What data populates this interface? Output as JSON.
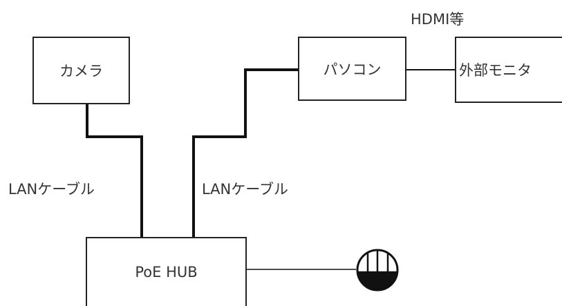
{
  "nodes": {
    "camera": "カメラ",
    "pc": "パソコン",
    "monitor": "外部モニタ",
    "hub": "PoE HUB"
  },
  "connections": {
    "hdmi_label": "HDMI等",
    "lan_label_left": "LANケーブル",
    "lan_label_right": "LANケーブル"
  },
  "icons": {
    "hub_uplink": "wall-lan-outlet-icon"
  },
  "colors": {
    "line": "#111111",
    "text": "#333333"
  }
}
